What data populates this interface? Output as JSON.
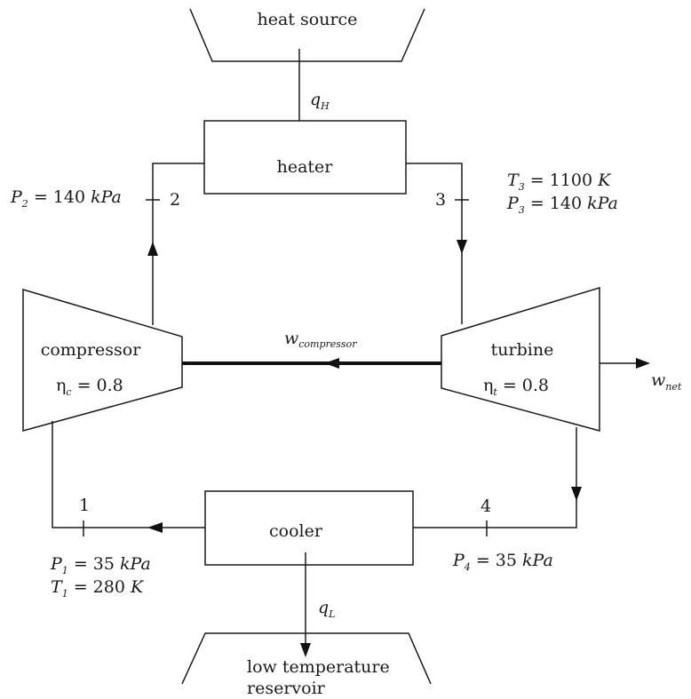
{
  "components": {
    "heat_source": "heat source",
    "heater": "heater",
    "cooler": "cooler",
    "low_temp_line1": "low temperature",
    "low_temp_line2": "reservoir",
    "compressor": "compressor",
    "turbine": "turbine"
  },
  "states": {
    "n1": "1",
    "n2": "2",
    "n3": "3",
    "n4": "4"
  },
  "heat": {
    "qH_var": "q",
    "qH_sub": "H",
    "qL_var": "q",
    "qL_sub": "L"
  },
  "work": {
    "wcomp_var": "w",
    "wcomp_sub": "compressor",
    "wnet_var": "w",
    "wnet_sub": "net"
  },
  "efficiency": {
    "eta": "η",
    "comp_sub": "c",
    "comp_value": "= 0.8",
    "turb_sub": "t",
    "turb_value": "= 0.8"
  },
  "conditions": {
    "P2_var": "P",
    "P2_sub": "2",
    "P2_eq": " = 140 ",
    "P2_unit": "kPa",
    "T3_var": "T",
    "T3_sub": "3",
    "T3_eq": " = 1100 ",
    "T3_unit": "K",
    "P3_var": "P",
    "P3_sub": "3",
    "P3_eq": " = 140 ",
    "P3_unit": "kPa",
    "P1_var": "P",
    "P1_sub": "1",
    "P1_eq": " = 35 ",
    "P1_unit": "kPa",
    "T1_var": "T",
    "T1_sub": "1",
    "T1_eq": " = 280 ",
    "T1_unit": "K",
    "P4_var": "P",
    "P4_sub": "4",
    "P4_eq": " = 35 ",
    "P4_unit": "kPa"
  }
}
